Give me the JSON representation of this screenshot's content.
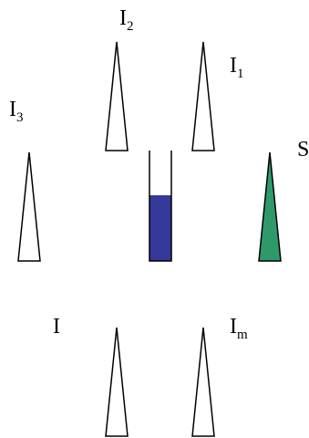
{
  "colors": {
    "outline": "#000000",
    "outline_fill": "#ffffff",
    "container_liquid": "#35399a",
    "tip_s_fill": "#2e9a6b"
  },
  "labels": {
    "i2": {
      "main": "I",
      "sub": "2"
    },
    "i1": {
      "main": "I",
      "sub": "1"
    },
    "i3": {
      "main": "I",
      "sub": "3"
    },
    "s": {
      "main": "S",
      "sub": ""
    },
    "i": {
      "main": "I",
      "sub": ""
    },
    "im": {
      "main": "I",
      "sub": "m"
    }
  }
}
